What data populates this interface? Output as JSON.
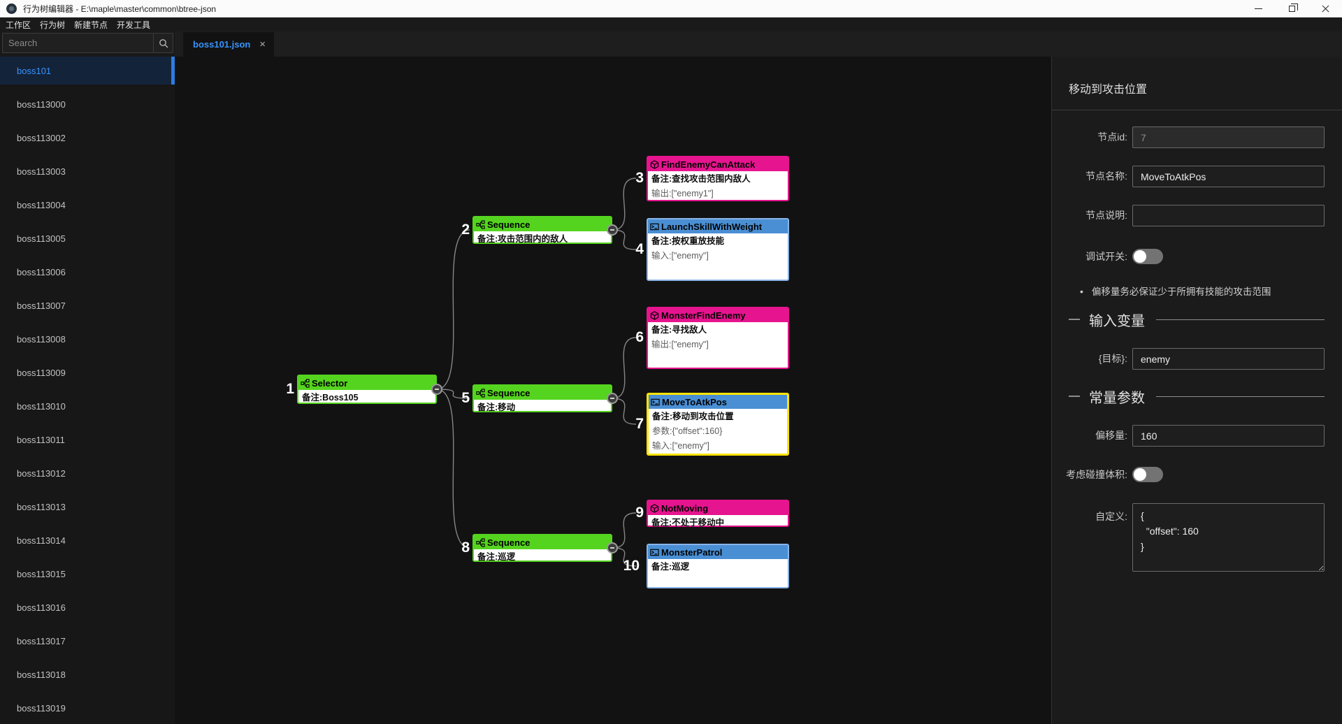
{
  "titlebar": {
    "app_title": "行为树编辑器 - E:\\maple\\master\\common\\btree-json"
  },
  "menubar": {
    "items": [
      "工作区",
      "行为树",
      "新建节点",
      "开发工具"
    ]
  },
  "search": {
    "placeholder": "Search"
  },
  "tab": {
    "label": "boss101.json",
    "close_icon": "×"
  },
  "sidebar": {
    "selected": "boss101",
    "items": [
      "boss101",
      "boss113000",
      "boss113002",
      "boss113003",
      "boss113004",
      "boss113005",
      "boss113006",
      "boss113007",
      "boss113008",
      "boss113009",
      "boss113010",
      "boss113011",
      "boss113012",
      "boss113013",
      "boss113014",
      "boss113015",
      "boss113016",
      "boss113017",
      "boss113018",
      "boss113019"
    ]
  },
  "tree": {
    "nodes": [
      {
        "num": "1",
        "type": "composite",
        "title": "Selector",
        "lines": [
          "备注:Boss105"
        ]
      },
      {
        "num": "2",
        "type": "composite",
        "title": "Sequence",
        "lines": [
          "备注:攻击范围内的敌人"
        ]
      },
      {
        "num": "3",
        "type": "condition",
        "title": "FindEnemyCanAttack",
        "lines": [
          "备注:查找攻击范围内敌人",
          "输出:[\"enemy1\"]"
        ]
      },
      {
        "num": "4",
        "type": "action",
        "title": "LaunchSkillWithWeight",
        "lines": [
          "备注:按权重放技能",
          "输入:[\"enemy\"]"
        ]
      },
      {
        "num": "5",
        "type": "composite",
        "title": "Sequence",
        "lines": [
          "备注:移动"
        ]
      },
      {
        "num": "6",
        "type": "condition",
        "title": "MonsterFindEnemy",
        "lines": [
          "备注:寻找敌人",
          "输出:[\"enemy\"]"
        ]
      },
      {
        "num": "7",
        "type": "action",
        "title": "MoveToAtkPos",
        "lines": [
          "备注:移动到攻击位置",
          "参数:{\"offset\":160}",
          "输入:[\"enemy\"]"
        ],
        "selected": true
      },
      {
        "num": "8",
        "type": "composite",
        "title": "Sequence",
        "lines": [
          "备注:巡逻"
        ]
      },
      {
        "num": "9",
        "type": "condition",
        "title": "NotMoving",
        "lines": [
          "备注:不处于移动中"
        ]
      },
      {
        "num": "10",
        "type": "action",
        "title": "MonsterPatrol",
        "lines": [
          "备注:巡逻"
        ]
      }
    ]
  },
  "inspector": {
    "title": "移动到攻击位置",
    "node_id": {
      "label": "节点id:",
      "value": "7"
    },
    "node_name": {
      "label": "节点名称:",
      "value": "MoveToAtkPos"
    },
    "node_desc": {
      "label": "节点说明:",
      "value": ""
    },
    "debug_toggle": {
      "label": "调试开关:",
      "on": false
    },
    "note": {
      "bullet": "•",
      "text": "偏移量务必保证少于所拥有技能的攻击范围"
    },
    "sections": {
      "input_vars": "输入变量",
      "const_params": "常量参数"
    },
    "target": {
      "label": "{目标}:",
      "value": "enemy"
    },
    "offset": {
      "label": "偏移量:",
      "value": "160"
    },
    "collision_toggle": {
      "label": "考虑碰撞体积:",
      "on": false
    },
    "custom": {
      "label": "自定义:",
      "value": "{\n  \"offset\": 160\n}"
    }
  },
  "colors": {
    "accent_blue": "#3794ff",
    "composite_green": "#55d41f",
    "condition_magenta": "#e6148e",
    "action_blue": "#4a8fd4",
    "action_border": "#8ab4e8",
    "selected_yellow": "#ffe400",
    "edge_gray": "#9a9a9a",
    "sidebar_selected_bar": "#2c7ce0"
  }
}
